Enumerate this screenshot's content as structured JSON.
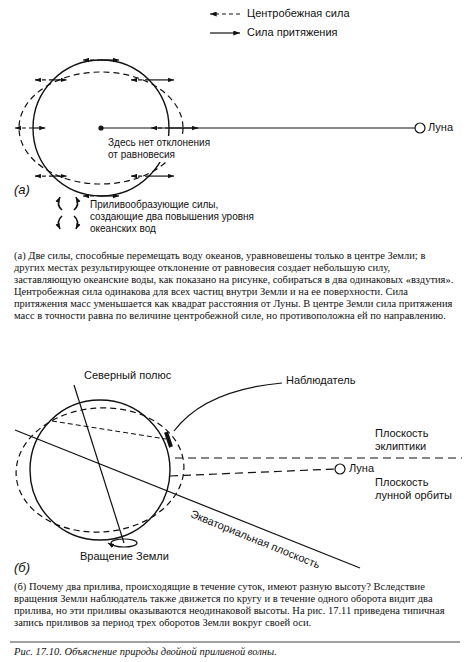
{
  "diagram": {
    "caption": "Рис. 17.10. Объяснение природы двойной приливной волны.",
    "labels": [
      "(а)",
      "Здесь нет отклонения от равновесия",
      "Луна",
      "(а) Две силы, способные перемещать воду океанов, уравновешены только в центре Земли; в других местах результирующее отклонение от равновесия создает небольшую силу, заставляющую океанские воды, как показано на рисунке, собираться в два одинаковых «вздутия». Центробежная сила одинакова для всех частиц внутри Земли и на ее поверхности. Сила притяжения масс уменьшается как квадрат расстояния от Луны. В центре Земли сила притяжения масс в точности равна по величине центробежной силе, но противоположна ей по направлению.",
      "(б)",
      "Северный полюс",
      "Наблюдатель",
      "Плоскость эклиптики",
      "Плоскость лунной орбиты",
      "Луна",
      "Вращение Земли",
      "Экваториальная плоскость",
      "(б) Почему два прилива, происходящие в течение суток, имеют разную высоту? Вследствие вращения Земли наблюдатель также движется по кругу и в течение одного оборота видит два прилива, но эти приливы оказываются неодинаковой высоты. На рис. 17.11 приведена типичная запись приливов за период трех оборотов Земли вокруг своей оси."
    ],
    "legend": [
      {
        "text": "Центробежная сила"
      },
      {
        "text": "Сила притяжения"
      },
      {
        "text": "Приливообразующие силы, создающие два повышения уровня океанских вод"
      }
    ]
  }
}
